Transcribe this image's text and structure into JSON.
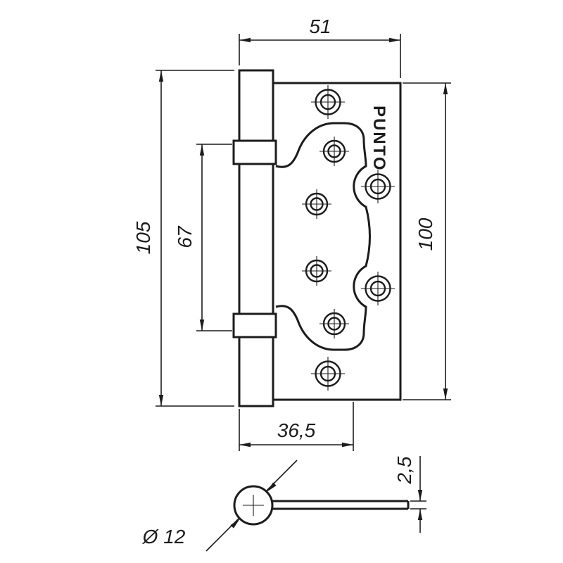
{
  "labels": {
    "brand": "PUNTO",
    "top_width": "51",
    "left_height": "105",
    "inner_height": "67",
    "right_height": "100",
    "bottom_width": "36,5",
    "thickness": "2,5",
    "diameter": "Ø 12"
  },
  "colors": {
    "ink": "#1c1c1c",
    "background": "#ffffff"
  }
}
